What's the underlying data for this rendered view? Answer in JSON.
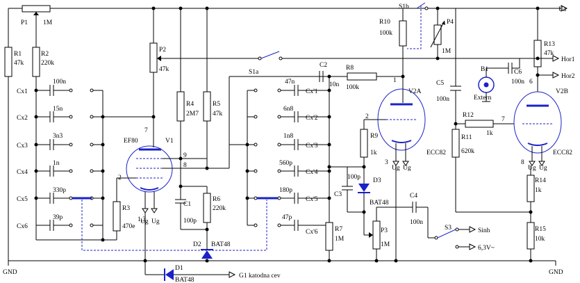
{
  "labels": {
    "P1": "P1",
    "P1v": "1M",
    "R1": "R1",
    "R1v": "47k",
    "R2": "R2",
    "R2v": "220k",
    "P2": "P2",
    "P2v": "47k",
    "R4": "R4",
    "R4v": "2M7",
    "R5": "R5",
    "R5v": "47k",
    "R3": "R3",
    "R3v": "470e",
    "R6": "R6",
    "R6v": "220k",
    "C1": "C1",
    "C1v": "100p",
    "D2": "D2",
    "D2v": "BAT48",
    "D1": "D1",
    "D1v": "BAT48",
    "G1": "G1 katodna cev",
    "GNDL": "GND",
    "GNDR": "GND",
    "V1": "V1",
    "EF80": "EF80",
    "S1a": "S1a",
    "S1b": "S1b",
    "C2": "C2",
    "C2v": "10n",
    "R8": "R8",
    "R8v": "100k",
    "R10": "R10",
    "R10v": "100k",
    "P4": "P4",
    "P4v": "1M",
    "R13": "R13",
    "R13v": "47k",
    "Ua": "Ua",
    "Hor1": "Hor1",
    "Hor2": "Hor2",
    "B1": "B1",
    "Extern": "Extern",
    "C6": "C6",
    "C6v": "100n",
    "C5": "C5",
    "C5v": "100n",
    "R12": "R12",
    "R12v": "1k",
    "R11": "R11",
    "R11v": "620k",
    "V2A": "V2A",
    "V2B": "V2B",
    "ECC82a": "ECC82",
    "ECC82b": "ECC82",
    "R9": "R9",
    "R9v": "1k",
    "C3": "C3",
    "C3v": "100p",
    "D3": "D3",
    "D3v": "BAT48",
    "C4": "C4",
    "C4v": "100n",
    "P3": "P3",
    "P3v": "1M",
    "R7": "R7",
    "R7v": "1M",
    "S3": "S3",
    "Sinh": "Sinh",
    "V63": "6,3V~",
    "R14": "R14",
    "R14v": "1k",
    "R15": "R15",
    "R15v": "10k",
    "Ug": "Ug",
    "p7a": "7",
    "p9": "9",
    "p8": "8",
    "p2a": "2",
    "p13": "1,3",
    "p1": "1",
    "p2b": "2",
    "p3": "3",
    "p6": "6",
    "p7b": "7",
    "p8b": "8"
  },
  "cx_left": [
    {
      "name": "Cx1",
      "value": "100n"
    },
    {
      "name": "Cx2",
      "value": "15n"
    },
    {
      "name": "Cx3",
      "value": "3n3"
    },
    {
      "name": "Cx4",
      "value": "1n"
    },
    {
      "name": "Cx5",
      "value": "330p"
    },
    {
      "name": "Cx6",
      "value": "39p"
    }
  ],
  "cx_right": [
    {
      "name": "Cx'1",
      "value": "47n"
    },
    {
      "name": "Cx'2",
      "value": "6n8"
    },
    {
      "name": "Cx'3",
      "value": "1n8"
    },
    {
      "name": "Cx'4",
      "value": "560p"
    },
    {
      "name": "Cx'5",
      "value": "180p"
    },
    {
      "name": "Cx'6",
      "value": "47p"
    }
  ]
}
